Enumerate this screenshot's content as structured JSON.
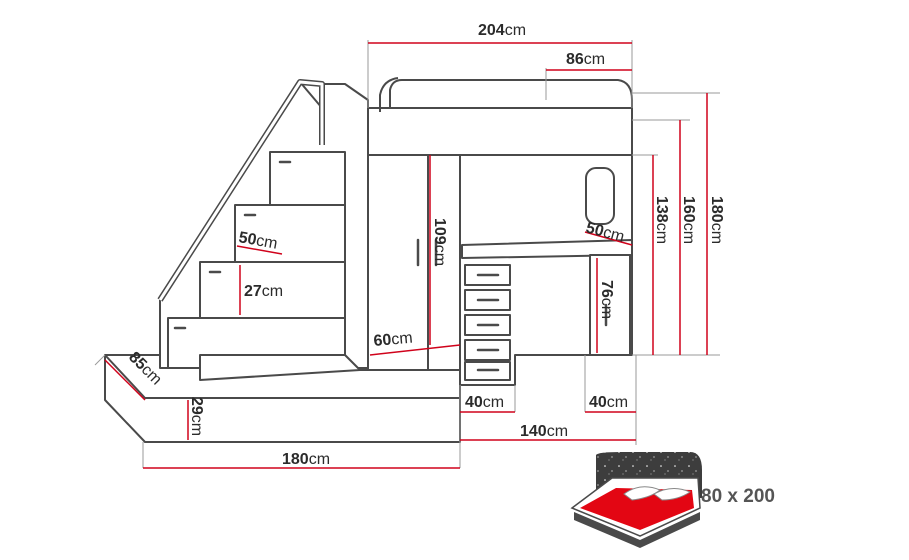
{
  "unit": "cm",
  "dimensions": {
    "total_width": "204",
    "top_rail": "86",
    "height_total": "180",
    "height_160": "160",
    "height_138": "138",
    "wardrobe_height": "109",
    "step_depth": "50",
    "step_height": "27",
    "wardrobe_depth": "60",
    "desk_depth": "50",
    "desk_height": "76",
    "bed_depth": "85",
    "bed_height": "29",
    "drawer_width": "40",
    "cabinet_width": "40",
    "desk_width": "140",
    "bed_length": "180"
  },
  "mattress": {
    "label": "80 x 200"
  },
  "colors": {
    "accent": "#d0021b",
    "line": "#8a8a8a",
    "outline": "#4a4a4a",
    "fill": "#ffffff",
    "mattress": "#e30613"
  }
}
